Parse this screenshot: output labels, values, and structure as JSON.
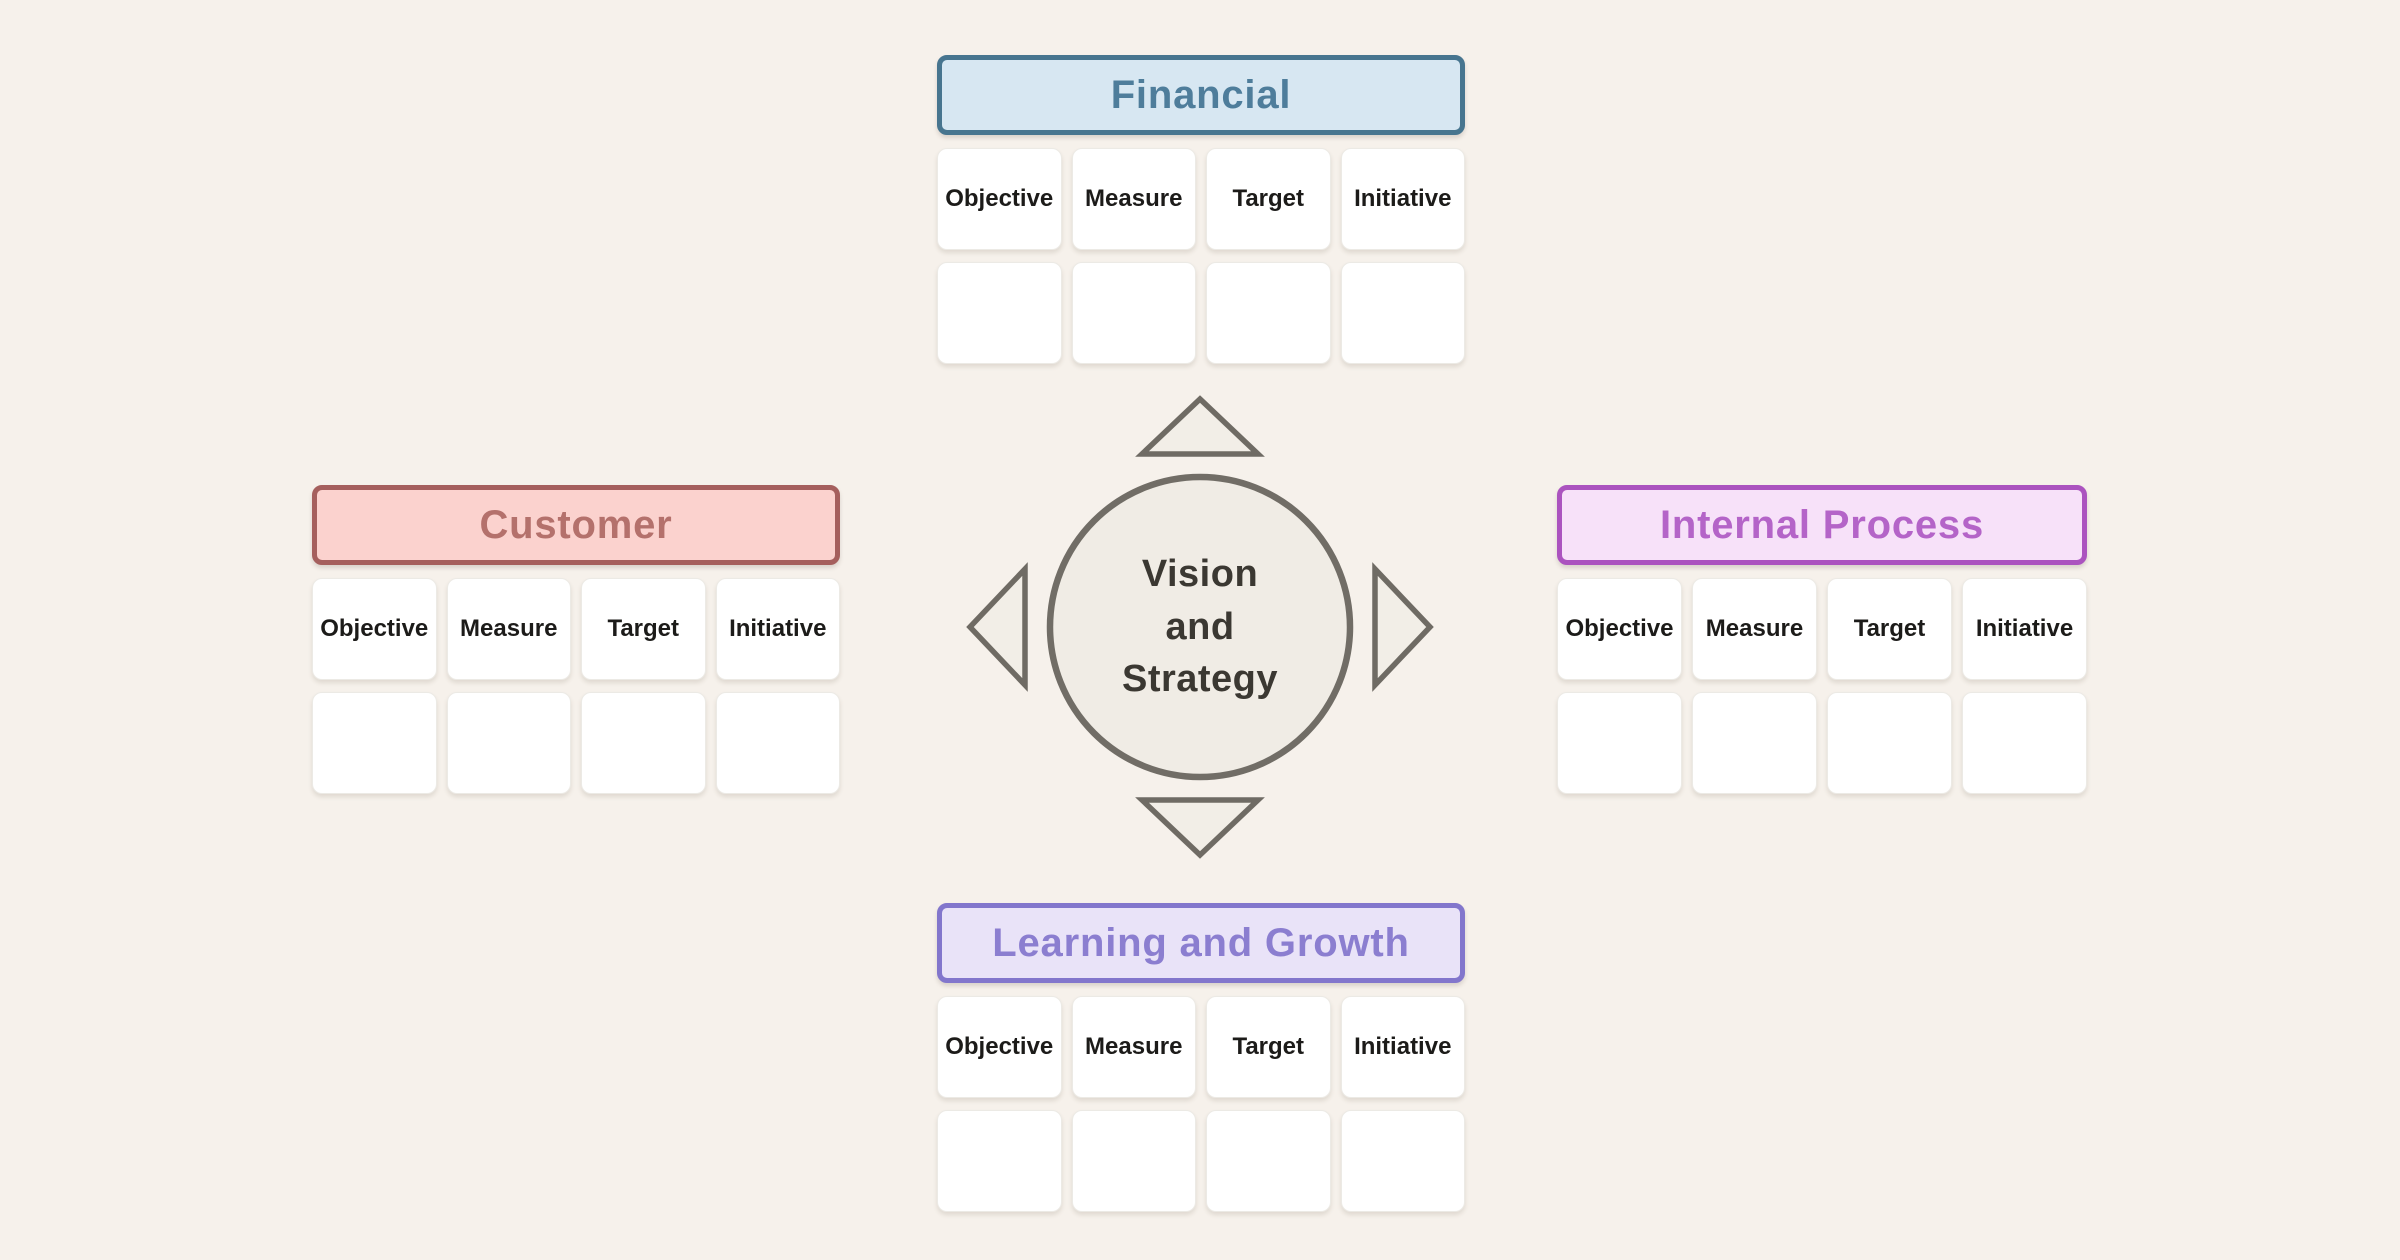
{
  "canvas": {
    "background": "#f6f1eb"
  },
  "center": {
    "lines": [
      "Vision",
      "and",
      "Strategy"
    ],
    "circle_fill": "#f0ece5",
    "circle_border": "#716d66",
    "text_color": "#3b3832",
    "arrow_fill": "#f2eee7",
    "arrow_border": "#6f6b64",
    "arrow_directions": [
      "up",
      "left",
      "right",
      "down"
    ]
  },
  "perspectives": [
    {
      "id": "financial",
      "title": "Financial",
      "position": "top",
      "fill": "#d7e7f2",
      "border": "#47758f",
      "text_color": "#4e7d9b",
      "columns": [
        "Objective",
        "Measure",
        "Target",
        "Initiative"
      ],
      "empty_row_cells": 4
    },
    {
      "id": "customer",
      "title": "Customer",
      "position": "left",
      "fill": "#fbd2ce",
      "border": "#a55f5d",
      "text_color": "#b4716c",
      "columns": [
        "Objective",
        "Measure",
        "Target",
        "Initiative"
      ],
      "empty_row_cells": 4
    },
    {
      "id": "internal-process",
      "title": "Internal Process",
      "position": "right",
      "fill": "#f7e1f9",
      "border": "#ab53bf",
      "text_color": "#b464c8",
      "columns": [
        "Objective",
        "Measure",
        "Target",
        "Initiative"
      ],
      "empty_row_cells": 4
    },
    {
      "id": "learning-growth",
      "title": "Learning and Growth",
      "position": "bottom",
      "fill": "#e9e3f8",
      "border": "#8276cc",
      "text_color": "#8b7ed0",
      "columns": [
        "Objective",
        "Measure",
        "Target",
        "Initiative"
      ],
      "empty_row_cells": 4
    }
  ]
}
